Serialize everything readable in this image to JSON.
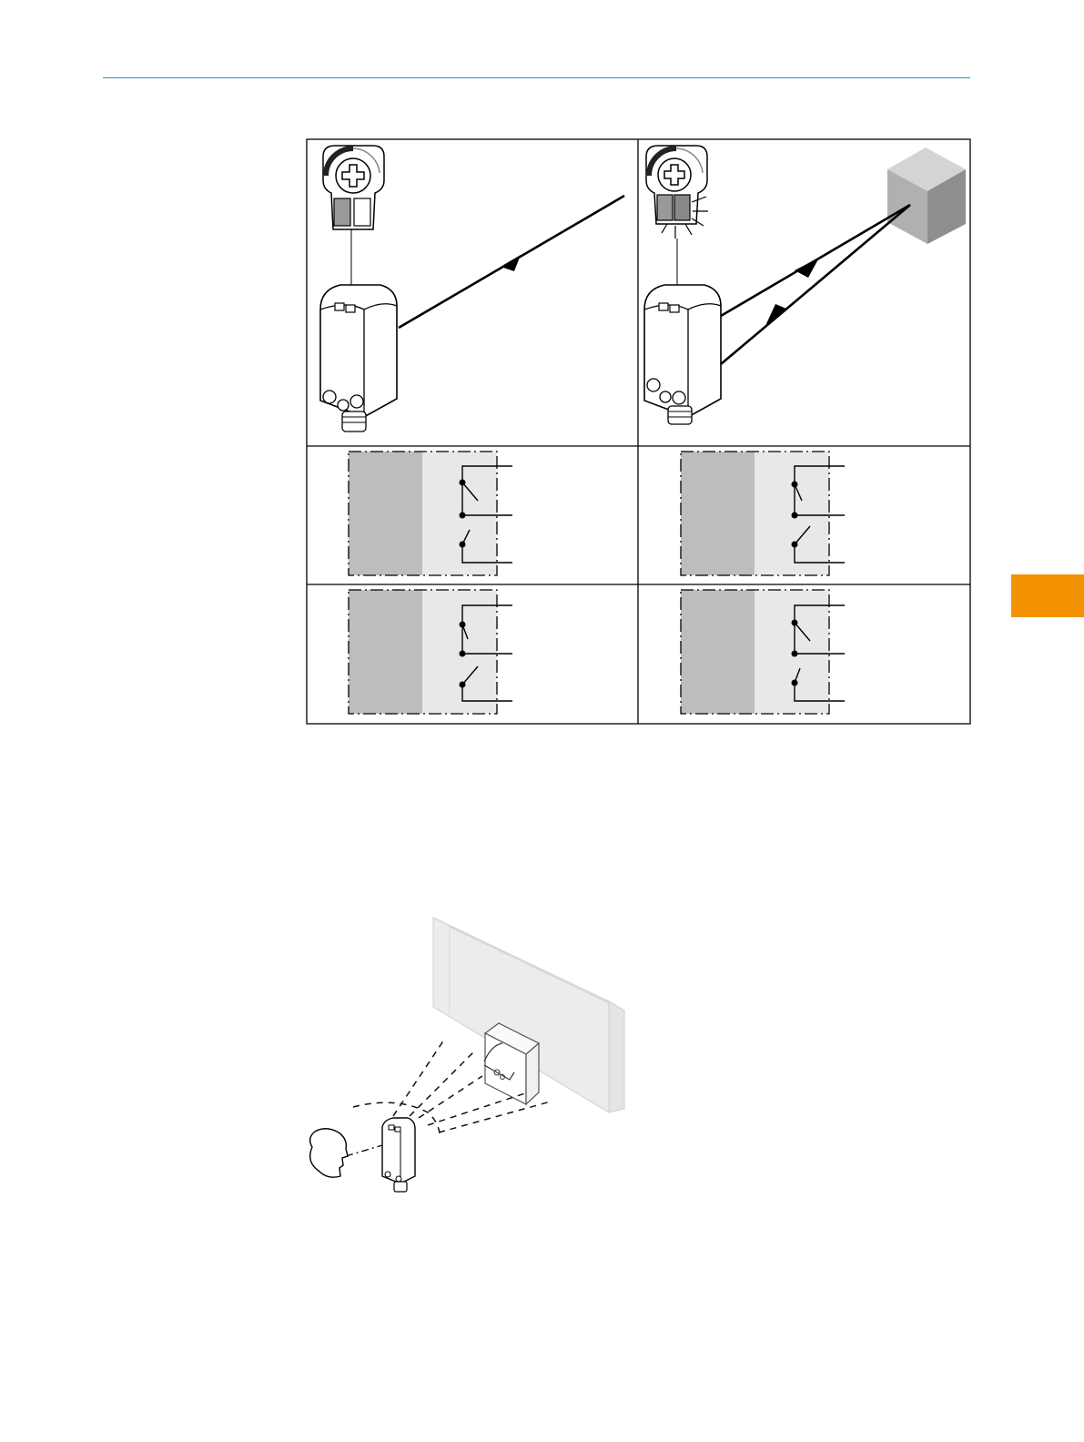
{
  "page": {
    "accent_color": "#1a8fd0",
    "chapter_tab_color": "#f39200"
  },
  "figure_1": {
    "panels": [
      {
        "name": "no-object-detected",
        "object_present": false,
        "led": "off"
      },
      {
        "name": "object-detected",
        "object_present": true,
        "led": "on"
      }
    ],
    "switching_diagrams": [
      [
        "open",
        "closed"
      ],
      [
        "closed",
        "open"
      ],
      [
        "open",
        "closed"
      ],
      [
        "open",
        "closed"
      ]
    ]
  },
  "figure_2": {
    "description_icons": [
      "person-head-icon",
      "sensor-icon",
      "mounting-bracket-icon",
      "background-wall-icon"
    ]
  }
}
